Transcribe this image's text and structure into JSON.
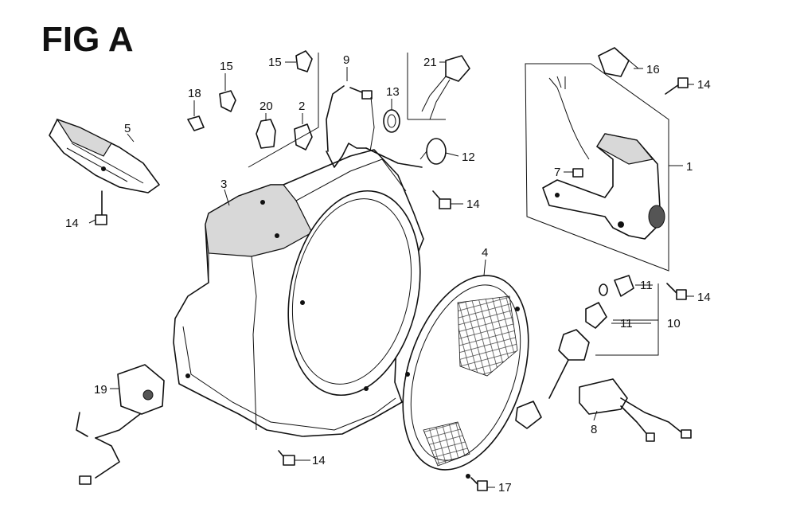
{
  "figure": {
    "title": "FIG A"
  },
  "callouts": [
    {
      "id": "c1",
      "label": "1"
    },
    {
      "id": "c2",
      "label": "2"
    },
    {
      "id": "c3",
      "label": "3"
    },
    {
      "id": "c4",
      "label": "4"
    },
    {
      "id": "c5",
      "label": "5"
    },
    {
      "id": "c7",
      "label": "7"
    },
    {
      "id": "c8",
      "label": "8"
    },
    {
      "id": "c9",
      "label": "9"
    },
    {
      "id": "c10",
      "label": "10"
    },
    {
      "id": "c11a",
      "label": "11"
    },
    {
      "id": "c11b",
      "label": "11"
    },
    {
      "id": "c12",
      "label": "12"
    },
    {
      "id": "c13",
      "label": "13"
    },
    {
      "id": "c14a",
      "label": "14"
    },
    {
      "id": "c14b",
      "label": "14"
    },
    {
      "id": "c14c",
      "label": "14"
    },
    {
      "id": "c14d",
      "label": "14"
    },
    {
      "id": "c14e",
      "label": "14"
    },
    {
      "id": "c15a",
      "label": "15"
    },
    {
      "id": "c15b",
      "label": "15"
    },
    {
      "id": "c16",
      "label": "16"
    },
    {
      "id": "c17",
      "label": "17"
    },
    {
      "id": "c18",
      "label": "18"
    },
    {
      "id": "c19",
      "label": "19"
    },
    {
      "id": "c20",
      "label": "20"
    },
    {
      "id": "c21",
      "label": "21"
    }
  ]
}
